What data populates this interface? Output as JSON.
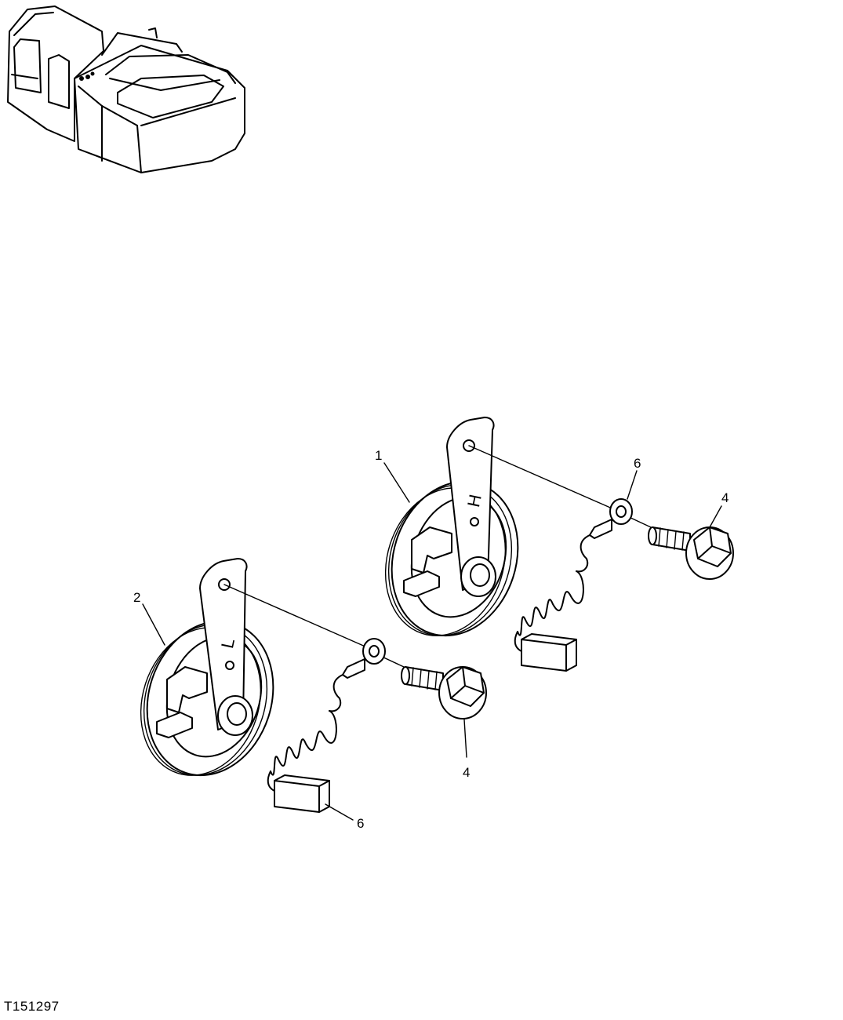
{
  "figure_id": "T151297",
  "callouts": {
    "horn_high": "1",
    "horn_low": "2",
    "bolt_a": "4",
    "bolt_b": "4",
    "harness_a": "6",
    "harness_b": "6"
  },
  "horn_markings": {
    "high": "H",
    "low": "L"
  },
  "icons": [
    "excavator-locator-icon",
    "horn-high-icon",
    "horn-low-icon",
    "bolt-icon",
    "wire-harness-icon"
  ]
}
